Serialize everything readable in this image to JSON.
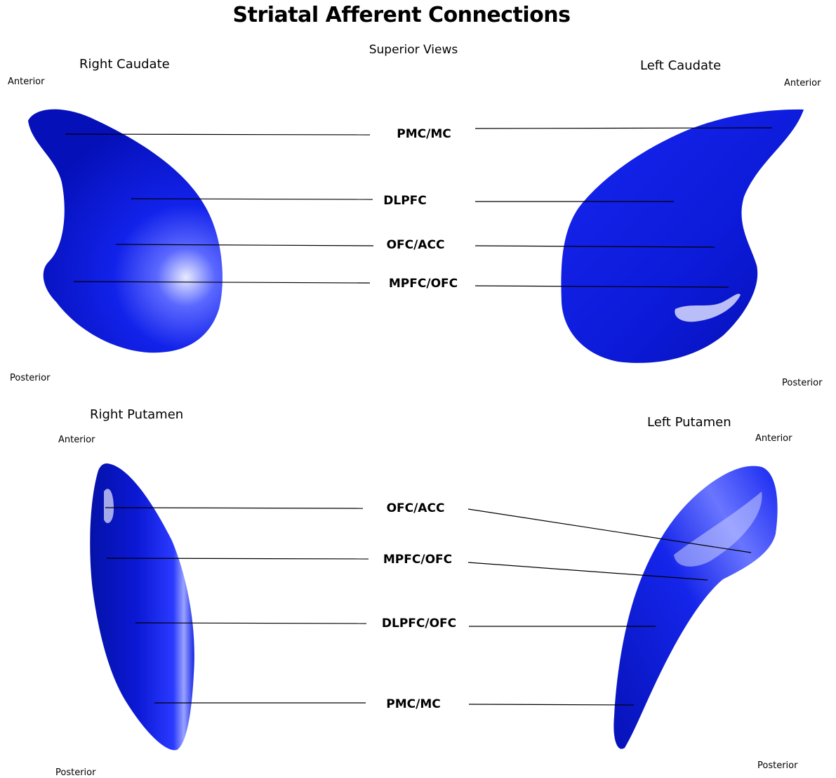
{
  "title": "Striatal Afferent Connections",
  "subtitle": "Superior Views",
  "colors": {
    "structure_fill": "#0a19e0",
    "structure_shadow": "#0208a0",
    "structure_highlight": "#e6e8ff",
    "leader_line": "#000000"
  },
  "structures": {
    "right_caudate": {
      "name": "Right Caudate",
      "anterior": "Anterior",
      "posterior": "Posterior"
    },
    "left_caudate": {
      "name": "Left Caudate",
      "anterior": "Anterior",
      "posterior": "Posterior"
    },
    "right_putamen": {
      "name": "Right Putamen",
      "anterior": "Anterior",
      "posterior": "Posterior"
    },
    "left_putamen": {
      "name": "Left Putamen",
      "anterior": "Anterior",
      "posterior": "Posterior"
    }
  },
  "caudate_regions": [
    "PMC/MC",
    "DLPFC",
    "OFC/ACC",
    "MPFC/OFC"
  ],
  "putamen_regions": [
    "OFC/ACC",
    "MPFC/OFC",
    "DLPFC/OFC",
    "PMC/MC"
  ]
}
